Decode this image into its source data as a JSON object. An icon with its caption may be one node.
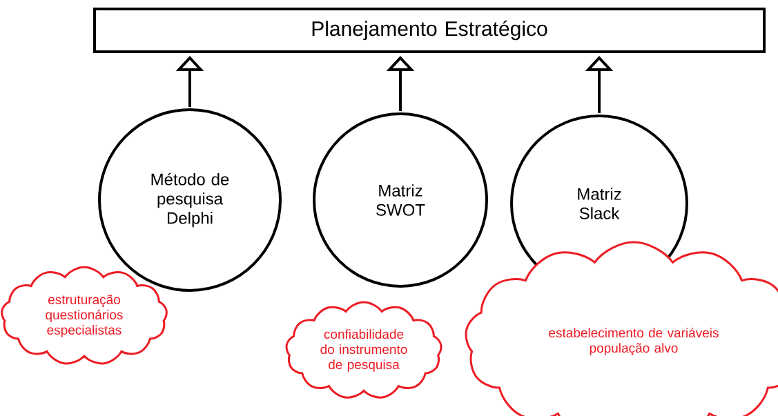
{
  "diagram": {
    "nodes": [
      {
        "text": [
          "Planejamento   Estratégico"
        ]
      },
      {
        "text": [
          "Método de pesquisa Delphi"
        ]
      },
      {
        "text": [
          "Matriz SWOT"
        ]
      },
      {
        "text": [
          "Matriz Slack"
        ]
      },
      {
        "text": [
          "estruturação",
          "questionários",
          "especialistas"
        ]
      },
      {
        "text": [
          "confiabilidade do instrumento de pesquisa"
        ]
      },
      {
        "text": [
          "estabelecimento de variáveis",
          "população alvo"
        ]
      }
    ],
    "edges": [
      {
        "from": 1,
        "to": 0,
        "arrow": "to"
      },
      {
        "from": 2,
        "to": 0,
        "arrow": "to"
      },
      {
        "from": 3,
        "to": 0,
        "arrow": "to"
      }
    ]
  }
}
